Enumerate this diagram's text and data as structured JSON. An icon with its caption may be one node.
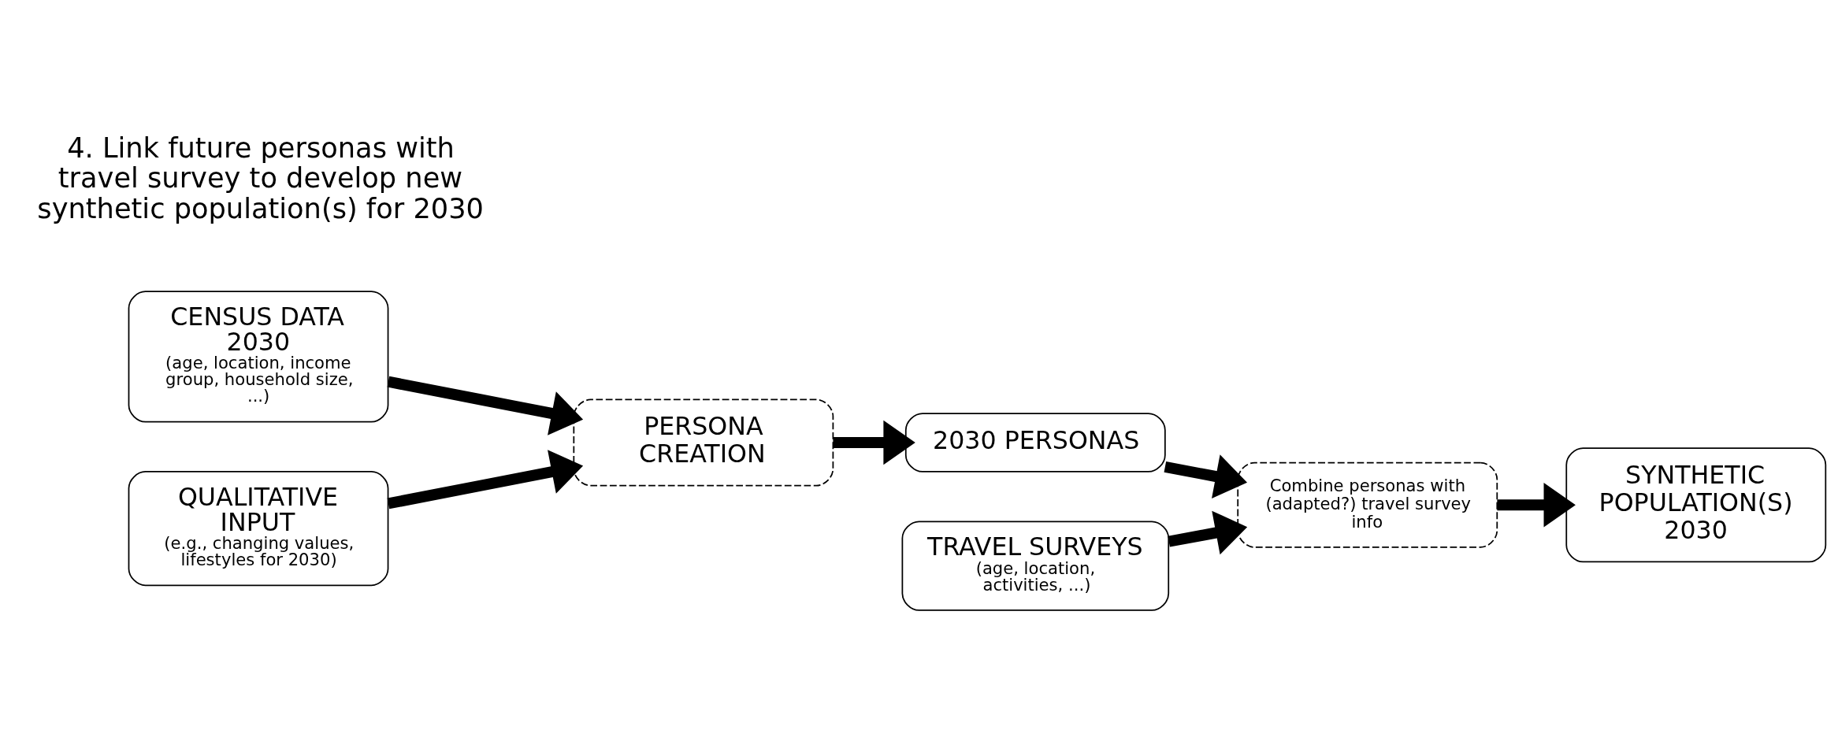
{
  "diagram": {
    "nodes": [
      {
        "text": [
          "CENSUS DATA 2030",
          "(age, location, income group, household size, ...)"
        ]
      },
      {
        "text": [
          "QUALITATIVE INPUT",
          "(e.g., changing values, lifestyles for 2030)"
        ]
      },
      {
        "text": [
          "PERSONA CREATION"
        ]
      },
      {
        "text": [
          "2030 PERSONAS"
        ]
      },
      {
        "text": [
          "Combine personas with (adapted?) travel survey info"
        ]
      },
      {
        "text": [
          "SYNTHETIC POPULATION(S) 2030"
        ]
      },
      {
        "text": [
          "TRAVEL SURVEYS",
          "(age, location, activities, ...)"
        ]
      }
    ],
    "edges": [
      {
        "from": 0,
        "to": 2,
        "arrow": "to"
      },
      {
        "from": 1,
        "to": 2,
        "arrow": "to"
      },
      {
        "from": 2,
        "to": 3,
        "arrow": "to"
      },
      {
        "from": 3,
        "to": 4,
        "arrow": "to"
      },
      {
        "from": 6,
        "to": 4,
        "arrow": "to"
      },
      {
        "from": 4,
        "to": 5,
        "arrow": "to"
      }
    ],
    "labels": [
      "4. Link future personas with travel survey to develop new synthetic population(s) for 2030"
    ]
  }
}
